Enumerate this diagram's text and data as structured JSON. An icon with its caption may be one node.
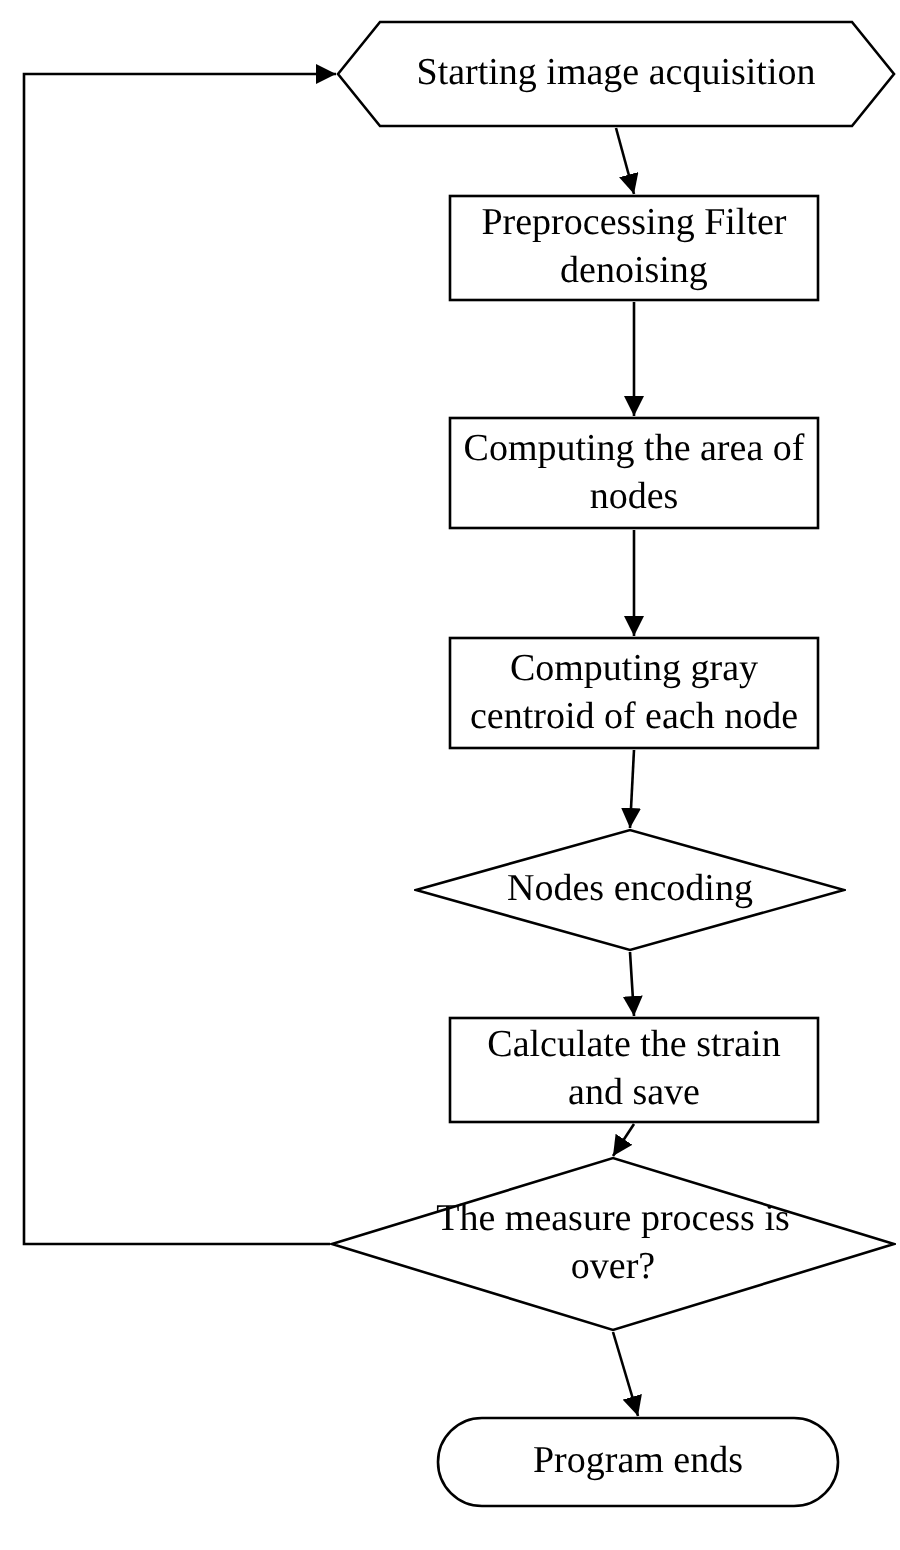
{
  "diagram": {
    "nodes": [
      {
        "text": [
          "Starting image acquisition"
        ]
      },
      {
        "text": [
          "Preprocessing Filter denoising"
        ]
      },
      {
        "text": [
          "Computing the area of nodes"
        ]
      },
      {
        "text": [
          "Computing gray centroid of each node"
        ]
      },
      {
        "text": [
          "Nodes encoding"
        ]
      },
      {
        "text": [
          "Calculate the strain and save"
        ]
      },
      {
        "text": [
          "The measure process is over?"
        ]
      },
      {
        "text": [
          "Program ends"
        ]
      }
    ],
    "edges": [
      {
        "from": 0,
        "to": 1,
        "arrow": "to"
      },
      {
        "from": 1,
        "to": 2,
        "arrow": "to"
      },
      {
        "from": 2,
        "to": 3,
        "arrow": "to"
      },
      {
        "from": 3,
        "to": 4,
        "arrow": "to"
      },
      {
        "from": 4,
        "to": 5,
        "arrow": "to"
      },
      {
        "from": 5,
        "to": 6,
        "arrow": "to"
      },
      {
        "from": 6,
        "to": 7,
        "arrow": "to"
      },
      {
        "from": 6,
        "to": 0,
        "arrow": "to"
      }
    ]
  }
}
